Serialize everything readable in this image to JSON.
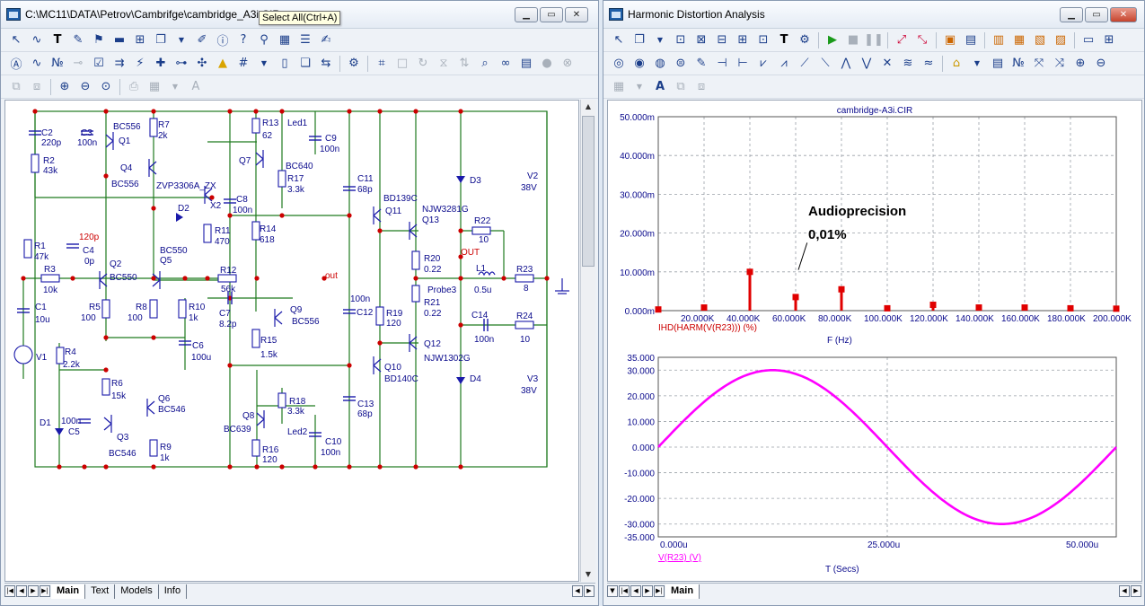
{
  "left_window": {
    "title": "C:\\MC11\\DATA\\Petrov\\Cambrifge\\cambridge_A3i.CIR",
    "tooltip": "Select All(Ctrl+A)",
    "tabs": [
      "Main",
      "Text",
      "Models",
      "Info"
    ],
    "active_tab": "Main"
  },
  "right_window": {
    "title": "Harmonic Distortion Analysis",
    "tabs": [
      "Main"
    ],
    "active_tab": "Main"
  },
  "schematic": {
    "components": {
      "C2": [
        "C2",
        "220p"
      ],
      "C3": [
        "C3",
        "100n"
      ],
      "R2": [
        "R2",
        "43k"
      ],
      "Q1": [
        "BC556",
        "Q1"
      ],
      "R7": [
        "R7",
        "2k"
      ],
      "Q4": [
        "Q4",
        "BC556"
      ],
      "X2": [
        "ZVP3306A_ZX",
        "X2"
      ],
      "D2": [
        "D2"
      ],
      "C8": [
        "C8",
        "100n"
      ],
      "R11": [
        "R11",
        "470"
      ],
      "R13": [
        "R13",
        "62"
      ],
      "Led1": [
        "Led1"
      ],
      "C9": [
        "C9",
        "100n"
      ],
      "Q7": [
        "Q7",
        "BC640"
      ],
      "R17": [
        "R17",
        "3.3k"
      ],
      "C11": [
        "C11",
        "68p"
      ],
      "R14": [
        "R14",
        "618"
      ],
      "Q11": [
        "BD139C",
        "Q11"
      ],
      "Q13": [
        "NJW3281G",
        "Q13"
      ],
      "D3": [
        "D3"
      ],
      "V2": [
        "V2",
        "38V"
      ],
      "R22": [
        "R22",
        "10"
      ],
      "OUT": "OUT",
      "R20": [
        "R20",
        "0.22"
      ],
      "L1": [
        "L1",
        "0.5u"
      ],
      "R23": [
        "R23",
        "8"
      ],
      "Probe3": "Probe3",
      "R21": [
        "R21",
        "0.22"
      ],
      "C14": [
        "C14",
        "100n"
      ],
      "R24": [
        "R24",
        "10"
      ],
      "R1": [
        "R1",
        "47k"
      ],
      "C4": [
        "120p",
        "C4",
        "0p"
      ],
      "R3": [
        "R3",
        "10k"
      ],
      "C1": [
        "C1",
        "10u"
      ],
      "Q2": [
        "Q2",
        "BC550"
      ],
      "Q5": [
        "BC550",
        "Q5"
      ],
      "R5": [
        "R5",
        "100"
      ],
      "R8": [
        "R8",
        "100"
      ],
      "R10": [
        "R10",
        "1k"
      ],
      "C6": [
        "C6",
        "100u"
      ],
      "R12": [
        "R12",
        "56k"
      ],
      "out": "out",
      "C7": [
        "C7",
        "8.2p"
      ],
      "Q9": [
        "Q9",
        "BC556"
      ],
      "C12": [
        "100n",
        "C12"
      ],
      "R19": [
        "R19",
        "120"
      ],
      "V1": [
        "V1"
      ],
      "R4": [
        "R4",
        "2.2k"
      ],
      "R15": [
        "R15",
        "1.5k"
      ],
      "Q12": [
        "Q12",
        "NJW1302G"
      ],
      "Q10": [
        "Q10",
        "BD140C"
      ],
      "D4": [
        "D4"
      ],
      "V3": [
        "V3",
        "38V"
      ],
      "R6": [
        "R6",
        "15k"
      ],
      "Q6": [
        "Q6",
        "BC546"
      ],
      "D1": [
        "D1"
      ],
      "C5": [
        "100n",
        "C5"
      ],
      "Q3": [
        "Q3",
        "BC546"
      ],
      "R9": [
        "R9",
        "1k"
      ],
      "C13": [
        "C13",
        "68p"
      ],
      "R18": [
        "R18",
        "3.3k"
      ],
      "Q8": [
        "Q8",
        "BC639"
      ],
      "Led2": [
        "Led2"
      ],
      "R16": [
        "R16",
        "120"
      ],
      "C10": [
        "C10",
        "100n"
      ]
    }
  },
  "chart_data": [
    {
      "type": "bar",
      "title": "cambridge-A3i.CIR",
      "xlabel": "F (Hz)",
      "ylabel": "IHD(HARM(V(R23))) (%)",
      "x_ticks": [
        "20.000K",
        "40.000K",
        "60.000K",
        "80.000K",
        "100.000K",
        "120.000K",
        "140.000K",
        "160.000K",
        "180.000K",
        "200.000K"
      ],
      "y_ticks": [
        "0.000m",
        "10.000m",
        "20.000m",
        "30.000m",
        "40.000m",
        "50.000m"
      ],
      "xlim": [
        0,
        200000
      ],
      "ylim": [
        0,
        50
      ],
      "x": [
        0,
        20000,
        40000,
        60000,
        80000,
        100000,
        120000,
        140000,
        160000,
        180000,
        200000
      ],
      "values": [
        0.3,
        0.8,
        10,
        3.5,
        5.5,
        0.6,
        1.5,
        0.8,
        0.8,
        0.6,
        0.5
      ],
      "color": "#e00000",
      "annotation_title": "Audioprecision",
      "annotation_value": "0,01%",
      "annotation_at": [
        40000,
        10
      ],
      "grid": true
    },
    {
      "type": "line",
      "xlabel": "T (Secs)",
      "ylabel": "V(R23) (V)",
      "x_ticks": [
        "0.000u",
        "25.000u",
        "50.000u"
      ],
      "y_ticks": [
        "35.000",
        "30.000",
        "20.000",
        "10.000",
        "0.000",
        "-10.000",
        "-20.000",
        "-30.000",
        "-35.000"
      ],
      "xlim": [
        0,
        50
      ],
      "ylim": [
        -35,
        35
      ],
      "amplitude": 30,
      "period": 50,
      "color": "#ff00ff",
      "grid": true
    }
  ]
}
